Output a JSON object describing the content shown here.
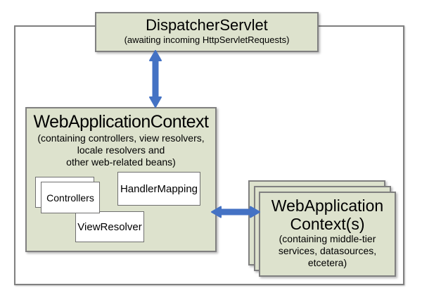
{
  "colors": {
    "canvas": "#ffffff",
    "box_fill": "#dde2cd",
    "box_border": "#808080",
    "arrow": "#4472c4",
    "text": "#000000"
  },
  "dispatcher": {
    "title": "DispatcherServlet",
    "subtitle": "(awaiting incoming HttpServletRequests)"
  },
  "web_app_context": {
    "title": "WebApplicationContext",
    "subtitle_lines": [
      "(containing controllers, view resolvers,",
      "locale resolvers and",
      "other web-related beans)"
    ],
    "beans": {
      "controllers": "Controllers",
      "handler_mapping": "HandlerMapping",
      "view_resolver": "ViewResolver"
    }
  },
  "middle_tier_contexts": {
    "title_lines": [
      "WebApplication",
      "Context(s)"
    ],
    "subtitle_lines": [
      "(containing middle-tier",
      "services, datasources,",
      "etcetera)"
    ]
  },
  "icons": {
    "vertical_connector": "bidirectional-arrow",
    "horizontal_connector": "bidirectional-arrow"
  }
}
